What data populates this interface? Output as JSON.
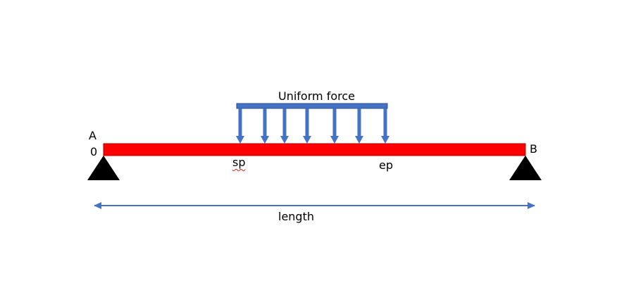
{
  "labels": {
    "load": "Uniform force",
    "point_a": "A",
    "origin": "0",
    "point_b": "B",
    "start_point": "sp",
    "end_point": "ep",
    "length": "length"
  },
  "colors": {
    "beam": "#ff0000",
    "load": "#4472c4",
    "support": "#000000",
    "dimension": "#4472c4"
  },
  "load_arrow_count": 7
}
